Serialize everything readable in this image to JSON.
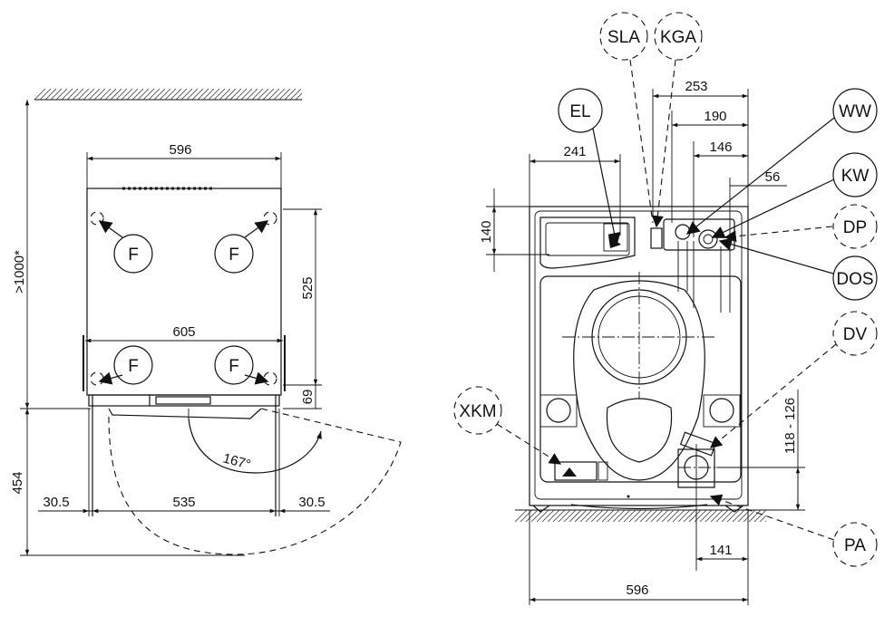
{
  "left_view": {
    "dims": {
      "min_distance": ">1000*",
      "top_width": "596",
      "foot_depth": "525",
      "body_width": "605",
      "bottom_height": "69",
      "base_height": "454",
      "side_left": "30.5",
      "middle_width": "535",
      "side_right": "30.5",
      "door_angle": "167°"
    },
    "feet": [
      "F",
      "F",
      "F",
      "F"
    ]
  },
  "right_view": {
    "dims": {
      "d253": "253",
      "d190": "190",
      "d146": "146",
      "d241": "241",
      "d56": "56",
      "d140": "140",
      "d118": "118 - 126",
      "d141": "141",
      "d596": "596"
    },
    "labels": {
      "sla": "SLA",
      "kga": "KGA",
      "el": "EL",
      "ww": "WW",
      "kw": "KW",
      "dp": "DP",
      "dos": "DOS",
      "dv": "DV",
      "xkm": "XKM",
      "pa": "PA"
    }
  }
}
